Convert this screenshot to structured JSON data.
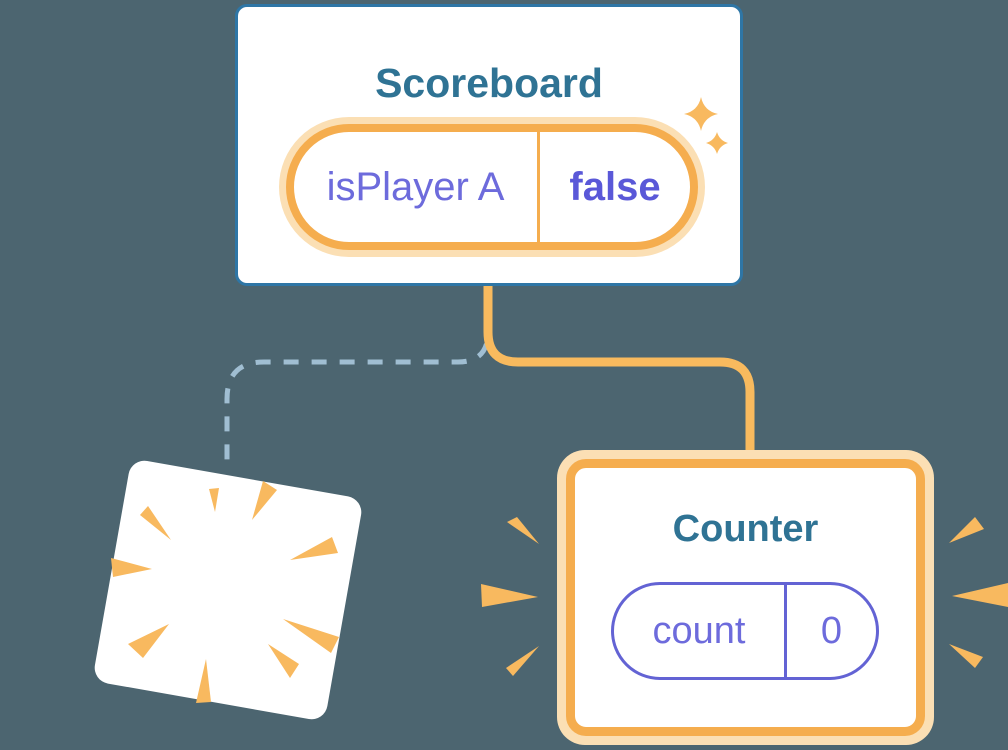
{
  "scoreboard": {
    "title": "Scoreboard",
    "state_name": "isPlayer A",
    "state_value": "false"
  },
  "counter": {
    "title": "Counter",
    "state_name": "count",
    "state_value": "0"
  },
  "icons": {
    "sparkle_large": "sparkle-icon",
    "sparkle_small": "sparkle-icon",
    "poof_burst": "poof-burst-icon",
    "emphasis_left": "emphasis-marks-icon",
    "emphasis_right": "emphasis-marks-icon"
  },
  "colors": {
    "background": "#4c6570",
    "card_fill": "#ffffff",
    "card_border_blue": "#2e76a6",
    "title_teal": "#2f7394",
    "orange": "#f5ad4e",
    "orange_glow": "#fbdfb4",
    "connector_orange": "#f8ba5e",
    "decoration_orange": "#f8b95f",
    "dashed_blue": "#a0bed2",
    "purple_text": "#6d6bdc",
    "purple_bold": "#5a58d8",
    "purple_border": "#6363d4"
  }
}
